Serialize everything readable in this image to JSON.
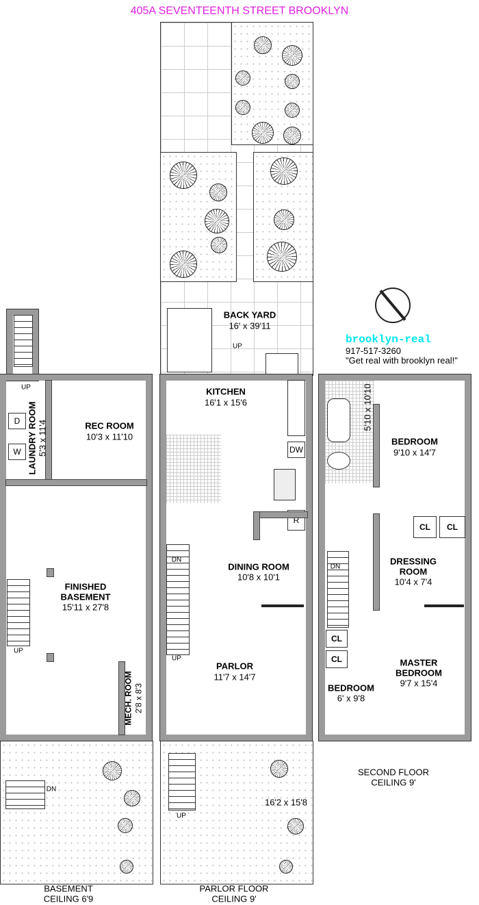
{
  "title": "405A SEVENTEENTH STREET BROOKLYN",
  "colors": {
    "title": "#e01ee0",
    "brand": "#00e5ee",
    "wall": "#9b9b9b"
  },
  "brand": {
    "name": "brooklyn-real",
    "phone": "917-517-3260",
    "slogan": "\"Get real with brooklyn real!\""
  },
  "basement": {
    "rec_room": {
      "name": "REC ROOM",
      "dim": "10'3 x 11'10"
    },
    "laundry": {
      "name": "LAUNDRY ROOM",
      "dim": "5'3 x 11'4"
    },
    "dryer": "D",
    "washer": "W",
    "finished": {
      "name1": "FINISHED",
      "name2": "BASEMENT",
      "dim": "15'11 x 27'8"
    },
    "mech": {
      "name": "MECH. ROOM",
      "dim": "2'8 x 8'3"
    },
    "up1": "UP",
    "up2": "UP",
    "dn": "DN",
    "caption1": "BASEMENT",
    "caption2": "CEILING 6'9"
  },
  "parlor": {
    "back_yard": {
      "name": "BACK YARD",
      "dim": "16' x 39'11"
    },
    "kitchen": {
      "name": "KITCHEN",
      "dim": "16'1 x 15'6"
    },
    "dw": "DW",
    "r": "R",
    "dining": {
      "name": "DINING ROOM",
      "dim": "10'8 x 10'1"
    },
    "parlor": {
      "name": "PARLOR",
      "dim": "11'7 x 14'7"
    },
    "front_yard_dim": "16'2 x 15'8",
    "up_yard": "UP",
    "dn": "DN",
    "up": "UP",
    "up_front": "UP",
    "caption1": "PARLOR FLOOR",
    "caption2": "CEILING 9'"
  },
  "second": {
    "bedroom1": {
      "name": "BEDROOM",
      "dim": "9'10 x 14'7"
    },
    "bath_dim": "5'10 x 10'10",
    "cl": "CL",
    "dressing": {
      "name1": "DRESSING",
      "name2": "ROOM",
      "dim": "10'4 x 7'4"
    },
    "master": {
      "name1": "MASTER",
      "name2": "BEDROOM",
      "dim": "9'7 x 15'4"
    },
    "bedroom2": {
      "name": "BEDROOM",
      "dim": "6' x 9'8"
    },
    "dn": "DN",
    "caption1": "SECOND FLOOR",
    "caption2": "CEILING 9'"
  }
}
